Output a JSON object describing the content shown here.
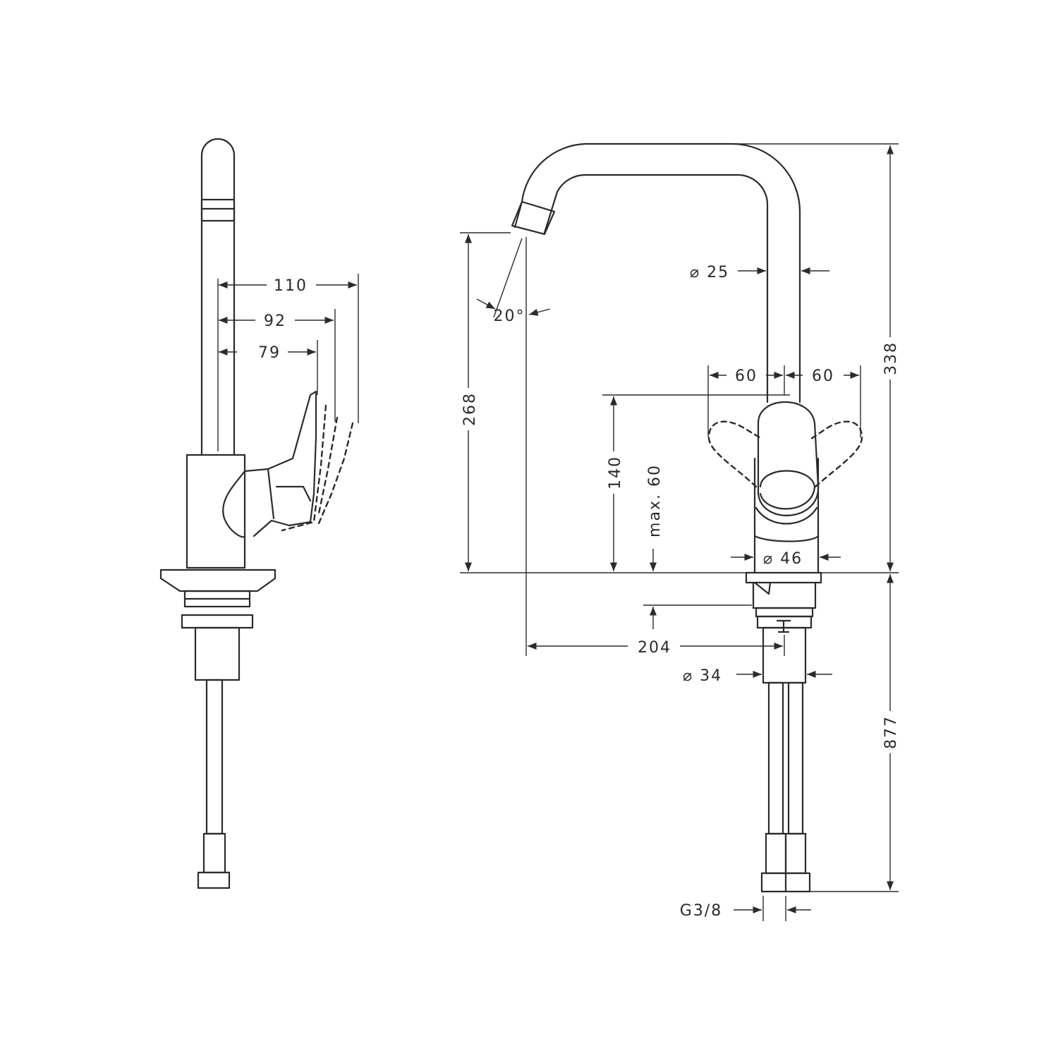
{
  "side_view": {
    "dims": {
      "reach_110": "110",
      "reach_92": "92",
      "reach_79": "79"
    }
  },
  "front_view": {
    "dims": {
      "angle": "20°",
      "spout_diameter": "⌀ 25",
      "total_height": "338",
      "spout_height": "268",
      "lever_left": "60",
      "lever_right": "60",
      "clearance": "140",
      "max_thickness": "max. 60",
      "body_diameter": "⌀ 46",
      "spout_reach": "204",
      "shank_diameter": "⌀ 34",
      "hose_length": "877",
      "connection": "G3/8"
    }
  },
  "colors": {
    "line": "#2b2b2b",
    "background": "#ffffff"
  }
}
